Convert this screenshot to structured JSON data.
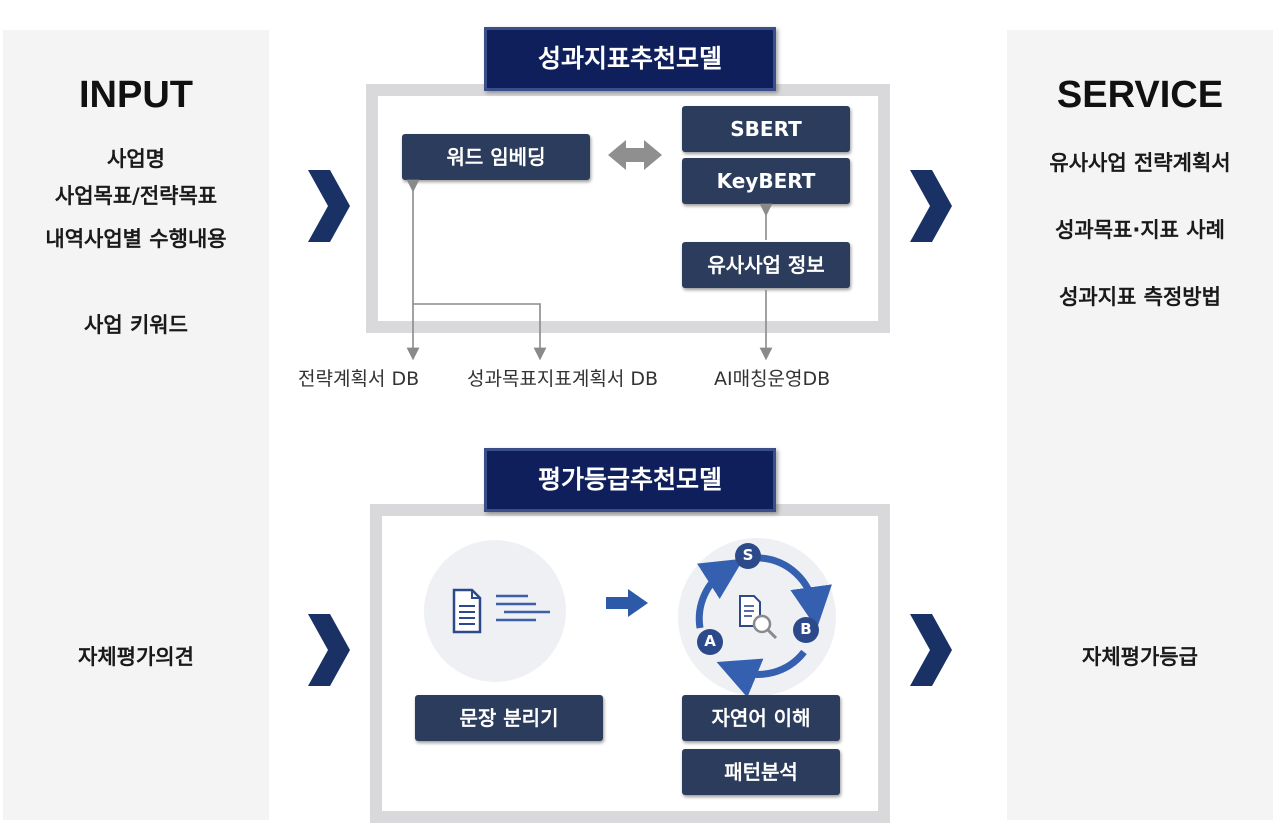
{
  "input": {
    "title": "INPUT",
    "items": [
      "사업명",
      "사업목표/전략목표",
      "내역사업별 수행내용",
      "사업 키워드",
      "자체평가의견"
    ]
  },
  "service": {
    "title": "SERVICE",
    "items": [
      "유사사업 전략계획서",
      "성과목표·지표 사례",
      "성과지표 측정방법",
      "자체평가등급"
    ]
  },
  "performance_model": {
    "title": "성과지표추천모델",
    "word_embedding": "워드 임베딩",
    "sbert": "SBERT",
    "keybert": "KeyBERT",
    "similar_project": "유사사업 정보",
    "databases": [
      "전략계획서 DB",
      "성과목표지표계획서 DB",
      "AI매칭운영DB"
    ]
  },
  "grade_model": {
    "title": "평가등급추천모델",
    "sentence_splitter": "문장 분리기",
    "nlu": "자연어 이해",
    "pattern": "패턴분석",
    "cycle_labels": [
      "S",
      "B",
      "A"
    ]
  },
  "colors": {
    "navy": "#0f1f5c",
    "box": "#2c3c5c",
    "accent": "#3c5fa8",
    "panel": "#f4f4f5",
    "frame": "#d9d9dc"
  }
}
